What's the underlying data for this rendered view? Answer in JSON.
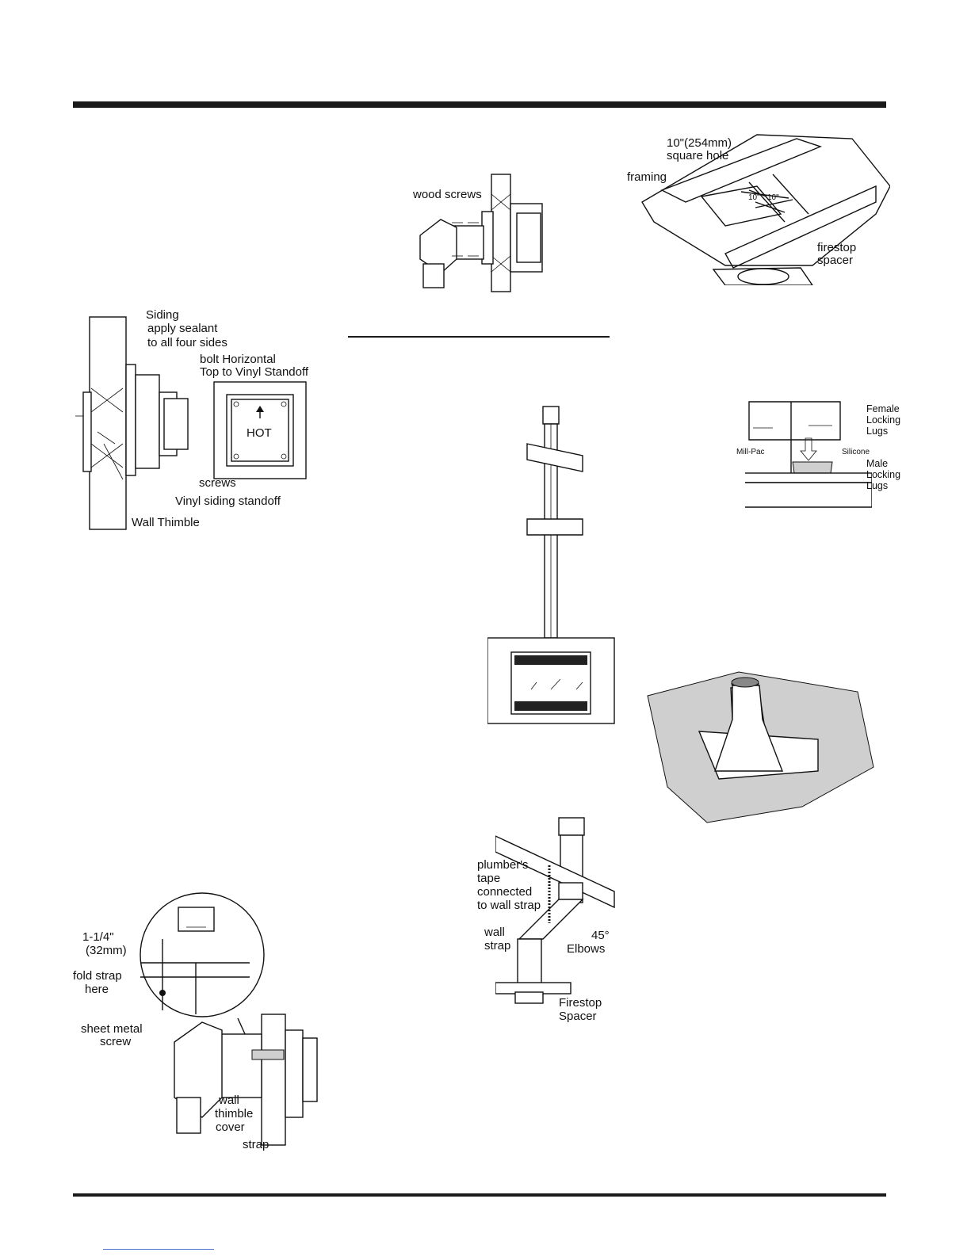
{
  "figures": {
    "wall_screws": {
      "wood_screws": "wood screws"
    },
    "firestop_floor": {
      "hole_size": "10\"(254mm)",
      "hole_shape": "square hole",
      "framing": "framing",
      "dim_a": "10\"",
      "dim_b": "10\"",
      "firestop": "firestop",
      "spacer": "spacer"
    },
    "siding": {
      "siding": "Siding",
      "sealant_1": "apply sealant",
      "sealant_2": "to all four sides",
      "bolt_1": "bolt Horizontal",
      "bolt_2": "Top to Vinyl Standoff",
      "hot": "HOT",
      "screws": "screws",
      "vinyl_standoff": "Vinyl siding standoff",
      "wall_thimble": "Wall Thimble"
    },
    "locking_lugs": {
      "female_1": "Female",
      "female_2": "Locking",
      "female_3": "Lugs",
      "millpac": "Mill-Pac",
      "silicone": "Silicone",
      "male_1": "Male",
      "male_2": "Locking",
      "male_3": "Lugs"
    },
    "wall_strap": {
      "dim_1": "1-1/4\"",
      "dim_2": "(32mm)",
      "fold_1": "fold strap",
      "fold_2": "here",
      "screw_1": "sheet metal",
      "screw_2": "screw",
      "cover_1": "wall",
      "cover_2": "thimble",
      "cover_3": "cover",
      "strap": "strap"
    },
    "offset_vent": {
      "tape_1": "plumber's",
      "tape_2": "tape",
      "tape_3": "connected",
      "tape_4": "to wall strap",
      "wall_1": "wall",
      "wall_2": "strap",
      "elbow_1": "45°",
      "elbow_2": "Elbows",
      "firestop_1": "Firestop",
      "firestop_2": "Spacer"
    }
  }
}
